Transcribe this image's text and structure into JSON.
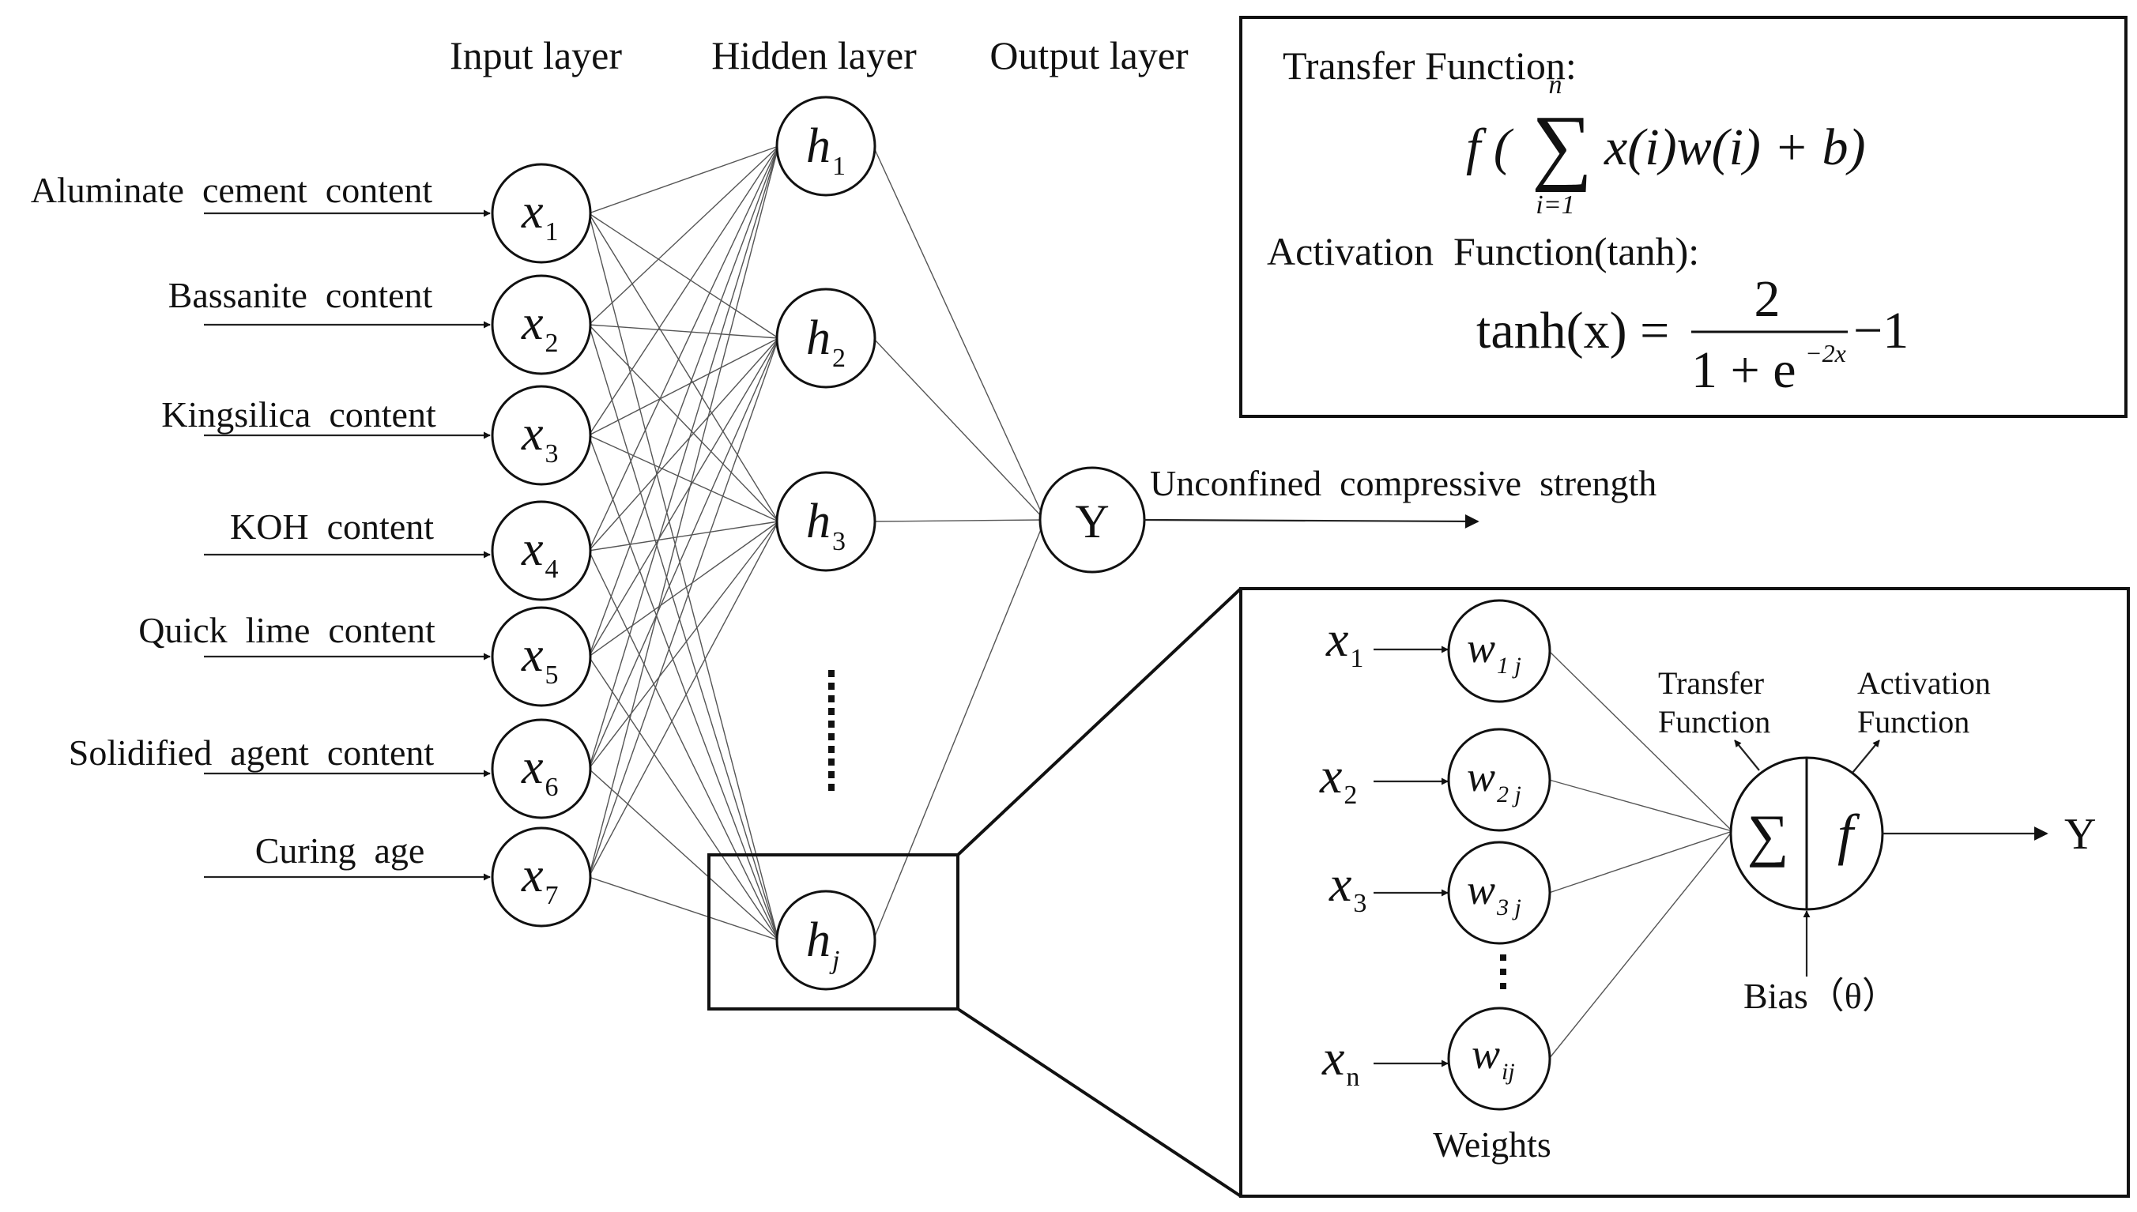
{
  "layers": {
    "input": "Input layer",
    "hidden": "Hidden layer",
    "output": "Output layer"
  },
  "inputs": [
    {
      "label": "Aluminate  cement  content",
      "var": "x",
      "sub": "1"
    },
    {
      "label": "Bassanite  content",
      "var": "x",
      "sub": "2"
    },
    {
      "label": "Kingsilica  content",
      "var": "x",
      "sub": "3"
    },
    {
      "label": "KOH  content",
      "var": "x",
      "sub": "4"
    },
    {
      "label": "Quick  lime  content",
      "var": "x",
      "sub": "5"
    },
    {
      "label": "Solidified  agent  content",
      "var": "x",
      "sub": "6"
    },
    {
      "label": "Curing  age",
      "var": "x",
      "sub": "7"
    }
  ],
  "hidden": [
    {
      "var": "h",
      "sub": "1"
    },
    {
      "var": "h",
      "sub": "2"
    },
    {
      "var": "h",
      "sub": "3"
    },
    {
      "var": "h",
      "sub": "j"
    }
  ],
  "output": {
    "node": "Y",
    "label": "Unconfined  compressive  strength"
  },
  "formula_box": {
    "transfer_title": "Transfer Function:",
    "transfer_f": "f (",
    "transfer_sum": "∑",
    "transfer_upper": "n",
    "transfer_lower": "i=1",
    "transfer_body": "x(i)w(i) + b)",
    "activation_title": "Activation  Function(tanh):",
    "tanh_lhs": "tanh(x) =",
    "tanh_num": "2",
    "tanh_den_base": "1 + e",
    "tanh_den_exp": "−2x",
    "tanh_tail": "−1"
  },
  "neuron_detail": {
    "inputs": [
      {
        "var": "x",
        "sub": "1"
      },
      {
        "var": "x",
        "sub": "2"
      },
      {
        "var": "x",
        "sub": "3"
      },
      {
        "var": "x",
        "sub": "n"
      }
    ],
    "weights": [
      {
        "var": "w",
        "sub": "1 j"
      },
      {
        "var": "w",
        "sub": "2 j"
      },
      {
        "var": "w",
        "sub": "3 j"
      },
      {
        "var": "w",
        "sub": "ij"
      }
    ],
    "weights_label": "Weights",
    "sum_symbol": "∑",
    "f_symbol": "f",
    "transfer_line1": "Transfer",
    "transfer_line2": "Function",
    "activation_line1": "Activation",
    "activation_line2": "Function",
    "bias": "Bias（θ）",
    "output": "Y"
  }
}
